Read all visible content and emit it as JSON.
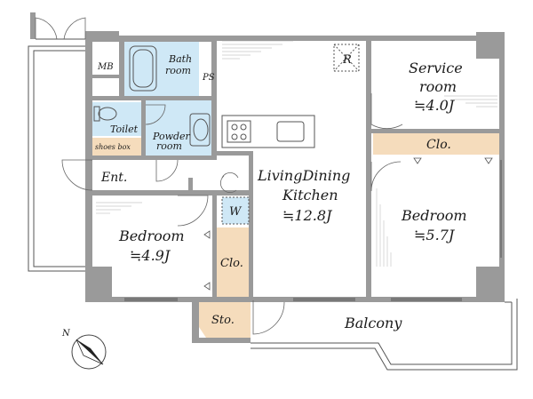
{
  "rooms": {
    "mb": "MB",
    "bath_line1": "Bath",
    "bath_line2": "room",
    "ps": "PS",
    "toilet": "Toilet",
    "powder_line1": "Powder",
    "powder_line2": "room",
    "shoes_box": "shoes box",
    "entrance": "Ent.",
    "washer": "W",
    "ldk_line1": "LivingDining",
    "ldk_line2": "Kitchen",
    "ldk_size": "≒12.8J",
    "refrigerator": "R",
    "service_line1": "Service",
    "service_line2": "room",
    "service_size": "≒4.0J",
    "closet_right": "Clo.",
    "bedroom_right": "Bedroom",
    "bedroom_right_size": "≒5.7J",
    "bedroom_left": "Bedroom",
    "bedroom_left_size": "≒4.9J",
    "closet_left": "Clo.",
    "storage": "Sto.",
    "balcony": "Balcony"
  },
  "compass": {
    "north_label": "N"
  },
  "colors": {
    "wall": "#9a9a9a",
    "wet_area": "#cfe8f6",
    "closet": "#f5dcbc"
  }
}
